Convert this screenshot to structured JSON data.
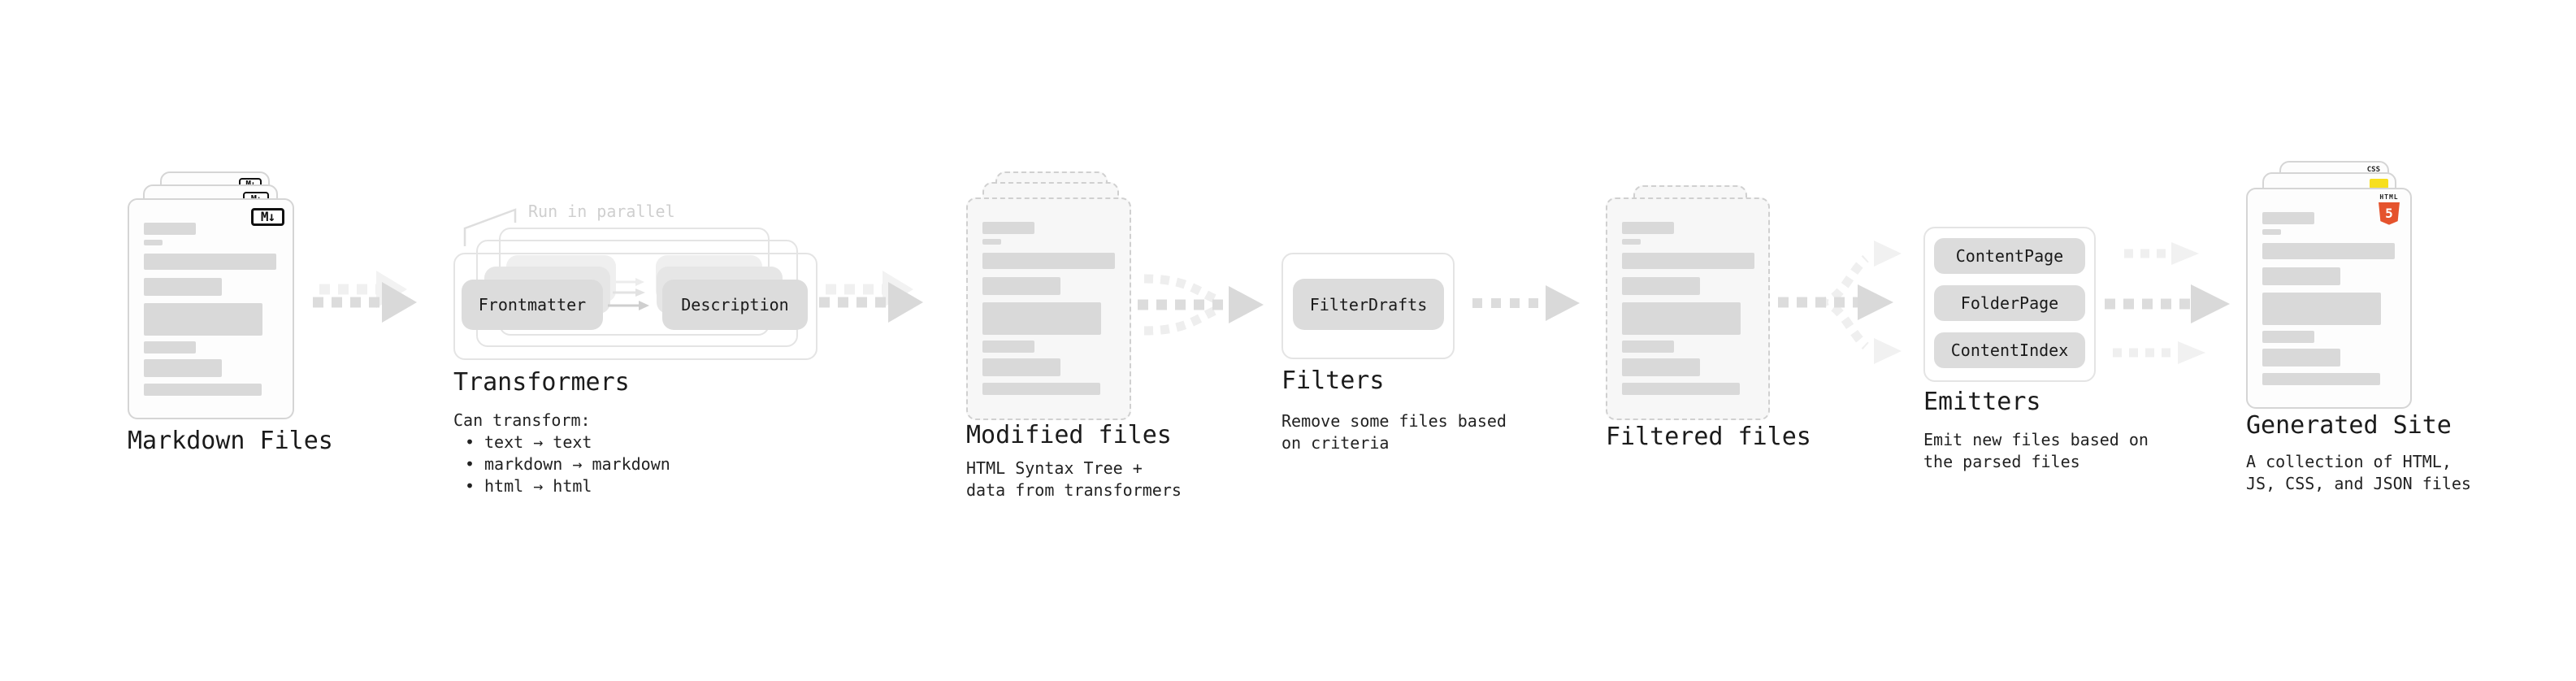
{
  "stages": {
    "markdown": {
      "label": "Markdown Files",
      "badge": "M↓"
    },
    "transformers": {
      "annotation": "Run in parallel",
      "pill_left": "Frontmatter",
      "pill_right": "Description",
      "label": "Transformers",
      "heading": "Can transform:",
      "bullet_char": "•",
      "bullets": [
        "text → text",
        "markdown → markdown",
        "html → html"
      ]
    },
    "modified": {
      "label": "Modified files",
      "sub": [
        "HTML Syntax Tree +",
        "data from transformers"
      ]
    },
    "filters": {
      "pill": "FilterDrafts",
      "label": "Filters",
      "sub": [
        "Remove some files based",
        "on criteria"
      ]
    },
    "filtered": {
      "label": "Filtered files"
    },
    "emitters": {
      "pills": [
        "ContentPage",
        "FolderPage",
        "ContentIndex"
      ],
      "label": "Emitters",
      "sub": [
        "Emit new files based on",
        "the parsed files"
      ]
    },
    "generated": {
      "label": "Generated Site",
      "sub": [
        "A collection of HTML,",
        "JS, CSS, and JSON files"
      ],
      "badges": {
        "css": "CSS",
        "html_word": "HTML",
        "html_number": "5"
      }
    }
  },
  "colors": {
    "html5_orange": "#E5532D",
    "js_yellow": "#F7DF1E",
    "css_blue": "#2962F1",
    "pill_gray": "#DCDCDC",
    "skeleton_gray": "#D9D9D9",
    "arrow_gray": "#DCDCDC",
    "arrow_light": "#F0F0F0",
    "annotation_gray": "#CFCFCF"
  }
}
